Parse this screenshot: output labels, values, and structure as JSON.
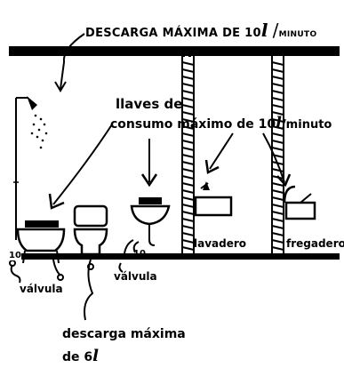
{
  "title": {
    "line1": "DESCARGA MÁXIMA DE 10",
    "l_symbol": "l",
    "per": "/",
    "minuto": "MINUTO"
  },
  "llaves": {
    "line1": "llaves de",
    "line2": "consumo máximo de 10",
    "l_symbol": "l",
    "per": "/minuto"
  },
  "labels": {
    "lavadero": "lavadero",
    "fregadero": "fregadero",
    "valvula_left": "válvula",
    "valvula_right": "válvula",
    "descarga_line1": "descarga máxima",
    "descarga_line2": "de 6",
    "descarga_l": "l",
    "ten_left": "10",
    "ten_right": "10"
  },
  "colors": {
    "ink": "#000000",
    "paper": "#ffffff"
  }
}
